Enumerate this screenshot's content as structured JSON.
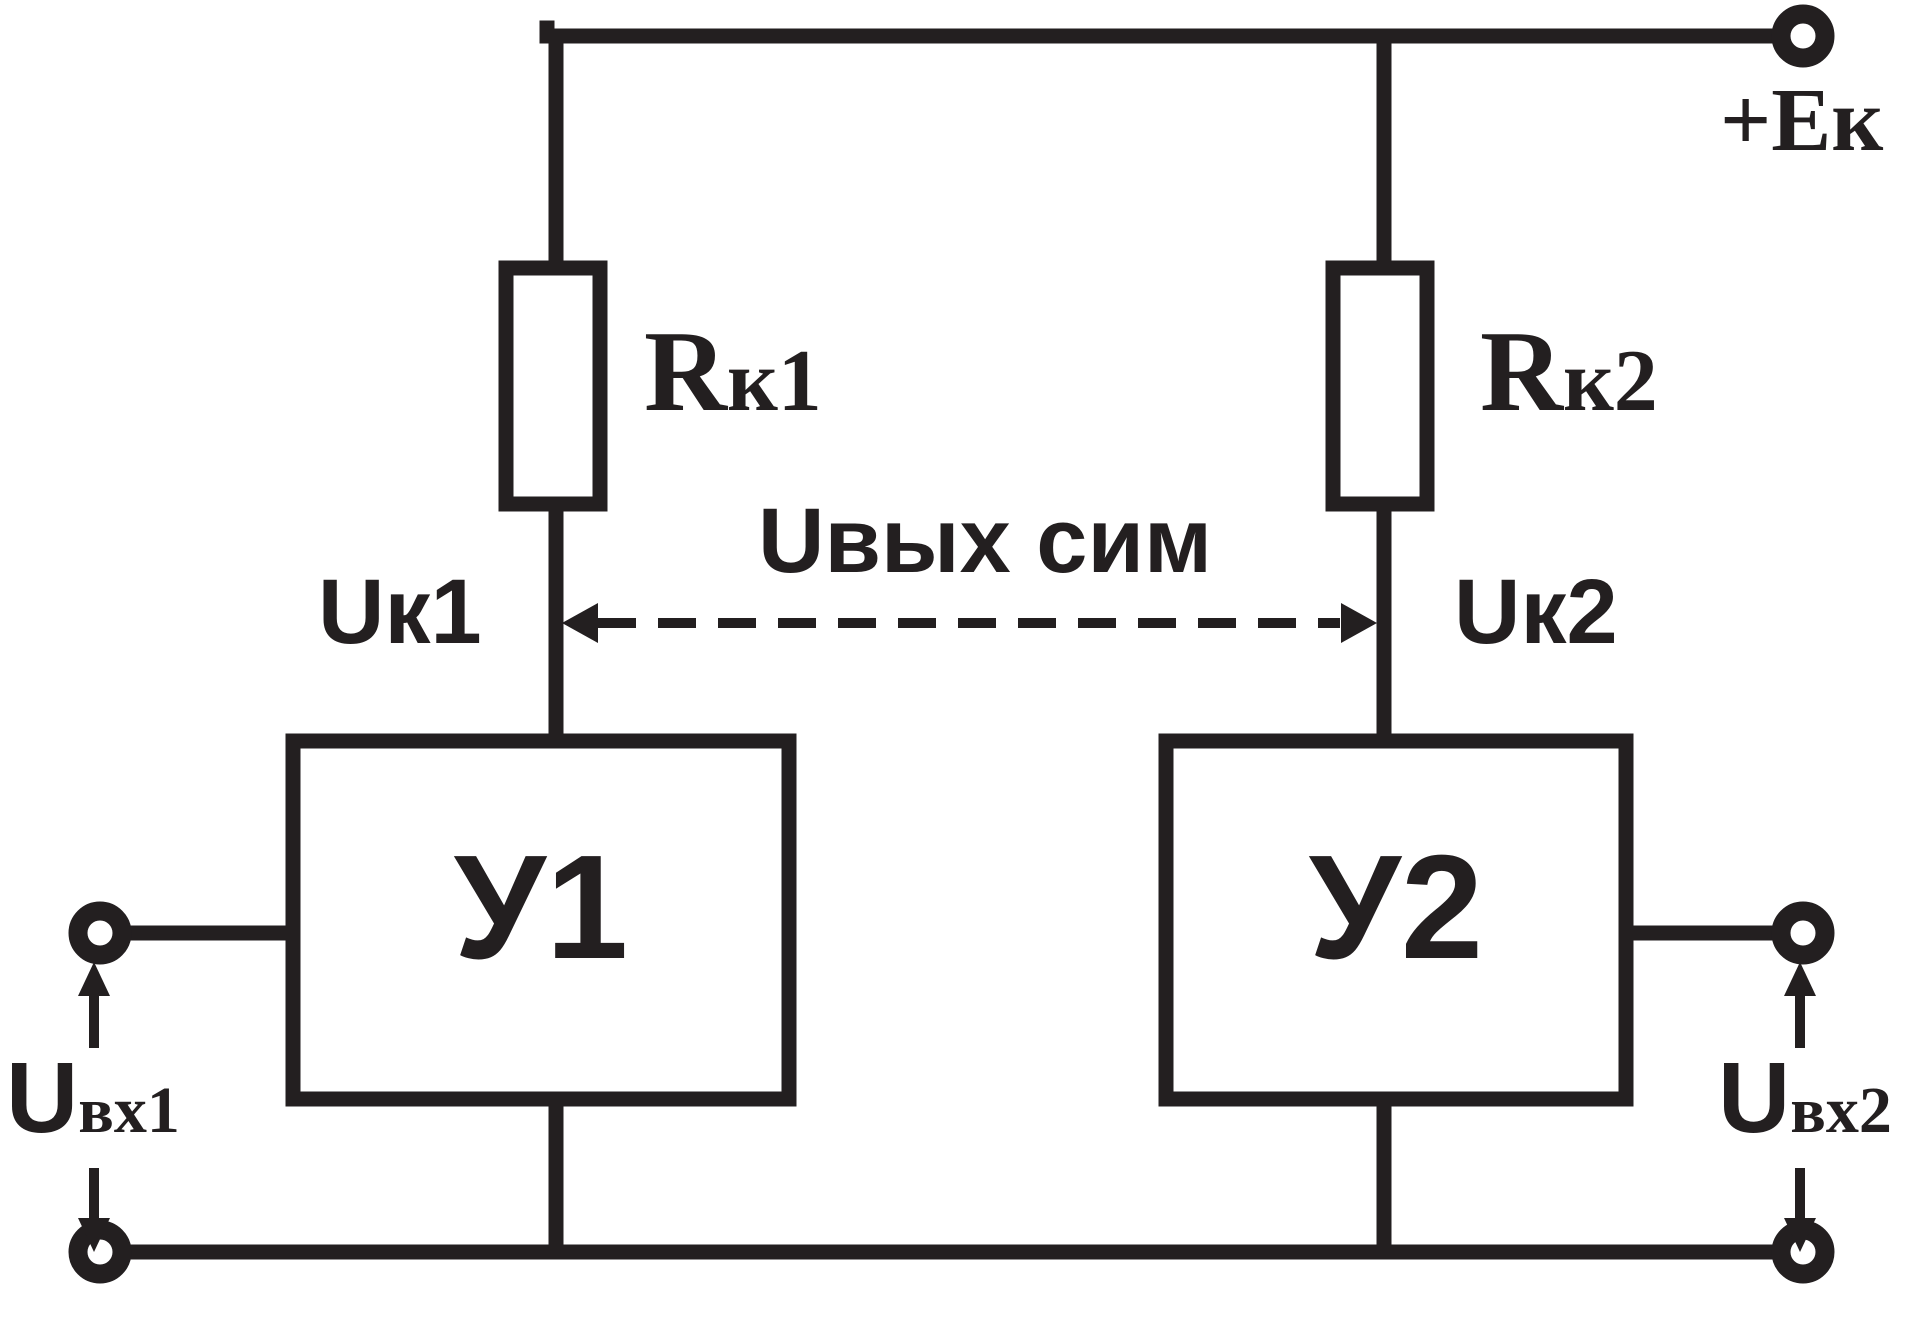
{
  "labels": {
    "supply": "+Eк",
    "r1_main": "R",
    "r1_sub": "к1",
    "r2_main": "R",
    "r2_sub": "к2",
    "uout": "Uвых сим",
    "uk1": "Uк1",
    "uk2": "Uк2",
    "amp1": "У1",
    "amp2": "У2",
    "uin1_main": "U",
    "uin1_sub": "вх1",
    "uin2_main": "U",
    "uin2_sub": "вх2"
  },
  "colors": {
    "line": "#231f20",
    "background": "#ffffff"
  }
}
